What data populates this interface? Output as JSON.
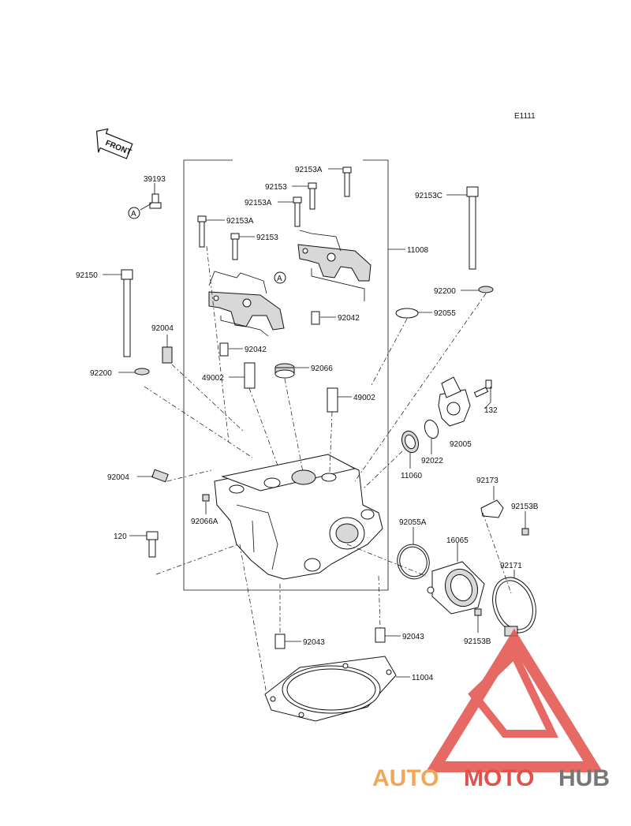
{
  "page_code": "E1111",
  "front_label": "FRONT",
  "callout_letter": "A",
  "parts": {
    "p39193": "39193",
    "p92153A_1": "92153A",
    "p92153_1": "92153",
    "p92153A_2": "92153A",
    "p92153A_3": "92153A",
    "p92153_2": "92153",
    "p92153C": "92153C",
    "p11008": "11008",
    "p92150": "92150",
    "p92200_1": "92200",
    "p92042_1": "92042",
    "p92055": "92055",
    "p92004_1": "92004",
    "p92042_2": "92042",
    "p49002_1": "49002",
    "p92066": "92066",
    "p92200_2": "92200",
    "p49002_2": "49002",
    "p132": "132",
    "p92005": "92005",
    "p92022": "92022",
    "p11060": "11060",
    "p92004_2": "92004",
    "p92173": "92173",
    "p92153B_1": "92153B",
    "p92066A": "92066A",
    "p120": "120",
    "p92055A": "92055A",
    "p16065": "16065",
    "p92171": "92171",
    "p92153B_2": "92153B",
    "p92043_1": "92043",
    "p92043_2": "92043",
    "p11004": "11004"
  },
  "watermark": {
    "brand_part1": "AUTO",
    "brand_part2": "MOTO",
    "brand_part3": "HUB",
    "color_orange": "#f2a65a",
    "color_red": "#e2504a",
    "color_gray": "#777777"
  }
}
